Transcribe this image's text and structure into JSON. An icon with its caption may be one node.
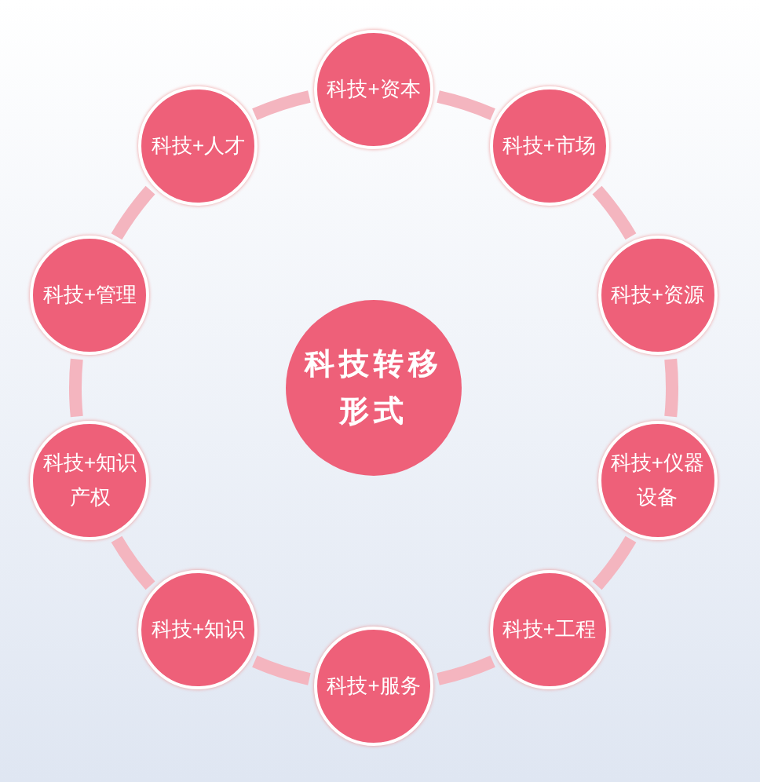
{
  "diagram": {
    "nodes": [
      {
        "text": [
          "科技转移形式"
        ]
      },
      {
        "text": [
          "科技+资本"
        ]
      },
      {
        "text": [
          "科技+市场"
        ]
      },
      {
        "text": [
          "科技+资源"
        ]
      },
      {
        "text": [
          "科技+仪器设备"
        ]
      },
      {
        "text": [
          "科技+工程"
        ]
      },
      {
        "text": [
          "科技+服务"
        ]
      },
      {
        "text": [
          "科技+知识"
        ]
      },
      {
        "text": [
          "科技+知识产权"
        ]
      },
      {
        "text": [
          "科技+管理"
        ]
      },
      {
        "text": [
          "科技+人才"
        ]
      }
    ],
    "edges": [
      {
        "from": 1,
        "to": 2,
        "arrow": "none"
      },
      {
        "from": 2,
        "to": 3,
        "arrow": "none"
      },
      {
        "from": 3,
        "to": 4,
        "arrow": "none"
      },
      {
        "from": 4,
        "to": 5,
        "arrow": "none"
      },
      {
        "from": 5,
        "to": 6,
        "arrow": "none"
      },
      {
        "from": 6,
        "to": 7,
        "arrow": "none"
      },
      {
        "from": 7,
        "to": 8,
        "arrow": "none"
      },
      {
        "from": 8,
        "to": 9,
        "arrow": "none"
      },
      {
        "from": 9,
        "to": 10,
        "arrow": "none"
      },
      {
        "from": 10,
        "to": 1,
        "arrow": "none"
      }
    ]
  }
}
